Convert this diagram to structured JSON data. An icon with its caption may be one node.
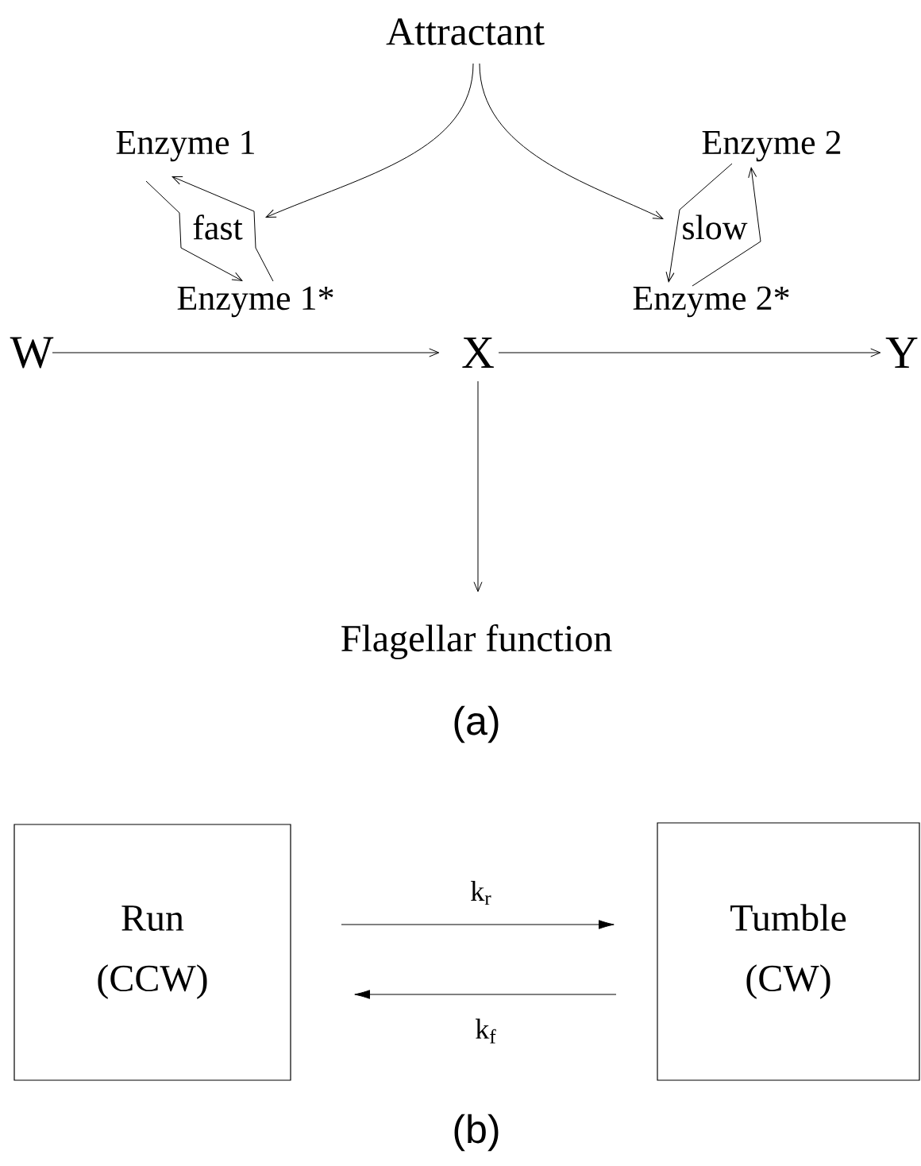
{
  "diagram": {
    "nodes": [
      {
        "text": [
          "Attractant"
        ]
      },
      {
        "text": [
          "Enzyme 1"
        ]
      },
      {
        "text": [
          "fast"
        ]
      },
      {
        "text": [
          "Enzyme 1*"
        ]
      },
      {
        "text": [
          "Enzyme 2"
        ]
      },
      {
        "text": [
          "slow"
        ]
      },
      {
        "text": [
          "Enzyme 2*"
        ]
      },
      {
        "text": [
          "W"
        ]
      },
      {
        "text": [
          "X"
        ]
      },
      {
        "text": [
          "Y"
        ]
      },
      {
        "text": [
          "Flagellar function"
        ]
      },
      {
        "text": [
          "Run",
          "(CCW)"
        ]
      },
      {
        "text": [
          "Tumble",
          "(CW)"
        ]
      }
    ],
    "edges": [
      {
        "from": 0,
        "to": 2,
        "arrow": "to"
      },
      {
        "from": 0,
        "to": 5,
        "arrow": "to"
      },
      {
        "from": 1,
        "to": 3,
        "arrow": "to"
      },
      {
        "from": 3,
        "to": 1,
        "arrow": "to"
      },
      {
        "from": 4,
        "to": 6,
        "arrow": "to"
      },
      {
        "from": 6,
        "to": 4,
        "arrow": "to"
      },
      {
        "from": 7,
        "to": 8,
        "arrow": "to"
      },
      {
        "from": 8,
        "to": 9,
        "arrow": "to"
      },
      {
        "from": 8,
        "to": 10,
        "arrow": "to"
      },
      {
        "from": 11,
        "to": 12,
        "label": "k$_{r}$",
        "arrow": "to"
      },
      {
        "from": 12,
        "to": 11,
        "label": "k$_{f}$",
        "arrow": "to"
      }
    ],
    "labels": [
      "(a)",
      "(b)"
    ]
  }
}
